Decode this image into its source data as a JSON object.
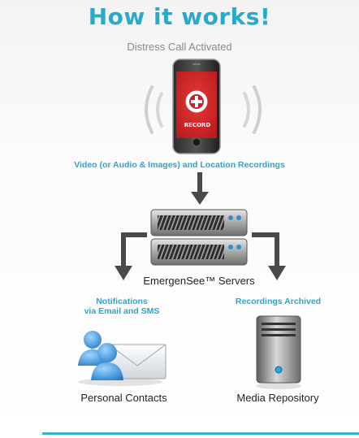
{
  "title": "How it works!",
  "subtitle": "Distress Call Activated",
  "phone": {
    "button_label": "RECORD"
  },
  "recordings_caption": "Video (or Audio & Images) and Location Recordings",
  "servers_label": "EmergenSee™ Servers",
  "notifications_label": {
    "line1": "Notifications",
    "line2": "via Email and SMS"
  },
  "recordings_archived_label": "Recordings Archived",
  "personal_contacts_label": "Personal Contacts",
  "media_repository_label": "Media Repository",
  "colors": {
    "accent": "#29aacb",
    "record_red": "#d8262b",
    "arrow": "#4a4a4a"
  }
}
